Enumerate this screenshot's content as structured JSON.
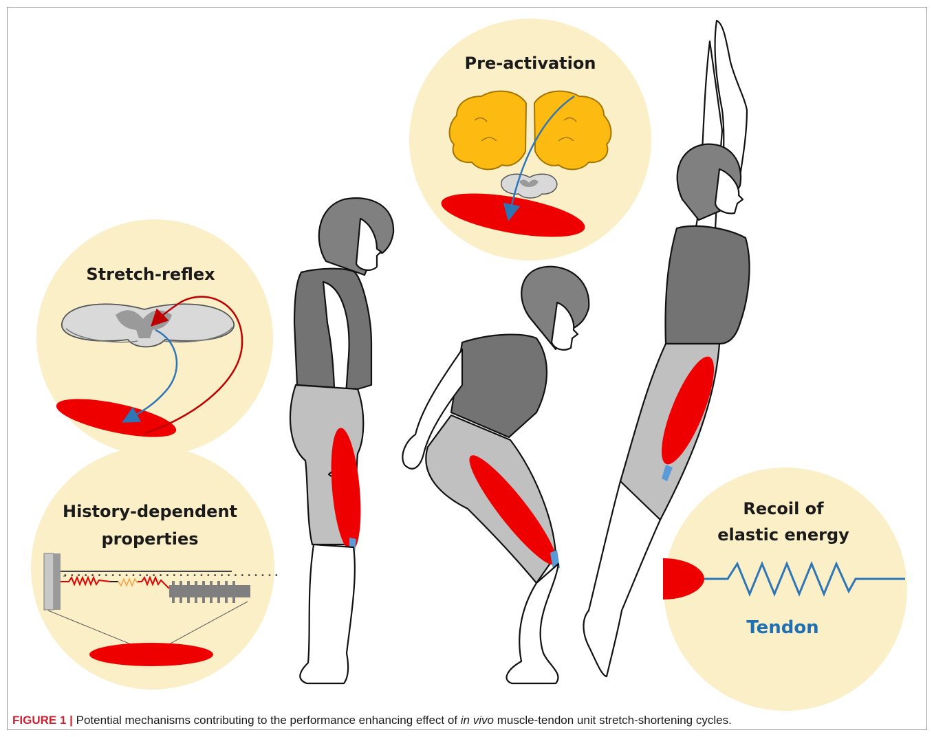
{
  "labels": {
    "pre_activation": "Pre-activation",
    "stretch_reflex": "Stretch-reflex",
    "history_line1": "History-dependent",
    "history_line2": "properties",
    "recoil_line1": "Recoil of",
    "recoil_line2": "elastic energy",
    "tendon": "Tendon"
  },
  "caption": {
    "figure_label": "FIGURE 1",
    "separator": "|",
    "text_before": "Potential mechanisms contributing to the performance enhancing effect of",
    "italic": "in vivo",
    "text_after": "muscle-tendon unit stretch-shortening cycles."
  },
  "colors": {
    "bubble": "#fbefc8",
    "muscle": "#ee0000",
    "tendon": "#5b9bd5",
    "brain": "#fdbb11",
    "spinal_cord": "#d9d9d9",
    "shirt": "#737373",
    "shorts": "#c0c0c0",
    "hair": "#808080",
    "reflex_arrow": "#c00000",
    "motor_arrow": "#2e75b6"
  }
}
